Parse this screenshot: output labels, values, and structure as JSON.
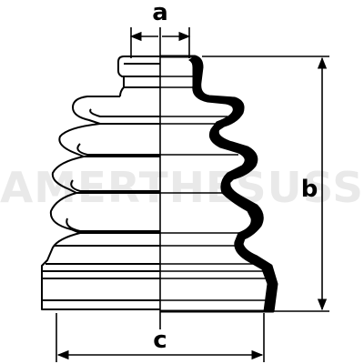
{
  "dimension_labels": {
    "a": "a",
    "b": "b",
    "c": "c"
  },
  "watermark": "AMERTHESUSS",
  "colors": {
    "line": "#000000",
    "background": "#ffffff",
    "watermark": "#8a8a8a"
  },
  "icons": {
    "arrow": "arrowhead-shape",
    "boot": "cv-boot-profile"
  }
}
